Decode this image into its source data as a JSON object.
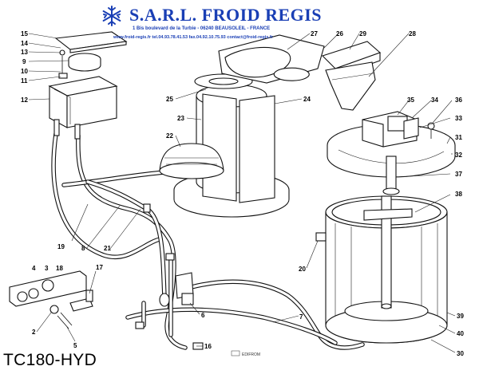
{
  "header": {
    "company_name": "S.A.R.L. FROID REGIS",
    "address": "1 Bis boulevard de la Turbie - 06240 BEAUSOLEIL - FRANCE",
    "contacts": "www.froid-regis.fr  tel.04.93.78.41.53  fax.04.92.10.75.93  contact@froid-regis.fr"
  },
  "model_label": "TC180-HYD",
  "watermark": "EDIFROM",
  "callouts": [
    "15",
    "14",
    "13",
    "9",
    "10",
    "11",
    "12",
    "27",
    "26",
    "29",
    "28",
    "25",
    "24",
    "23",
    "22",
    "35",
    "34",
    "36",
    "33",
    "31",
    "32",
    "37",
    "38",
    "19",
    "8",
    "21",
    "20",
    "4",
    "3",
    "18",
    "17",
    "2",
    "5",
    "6",
    "7",
    "16",
    "39",
    "40",
    "30"
  ],
  "colors": {
    "brand": "#1a3fb5",
    "line": "#111111"
  },
  "icons": {
    "logo": "snowflake-icon"
  }
}
